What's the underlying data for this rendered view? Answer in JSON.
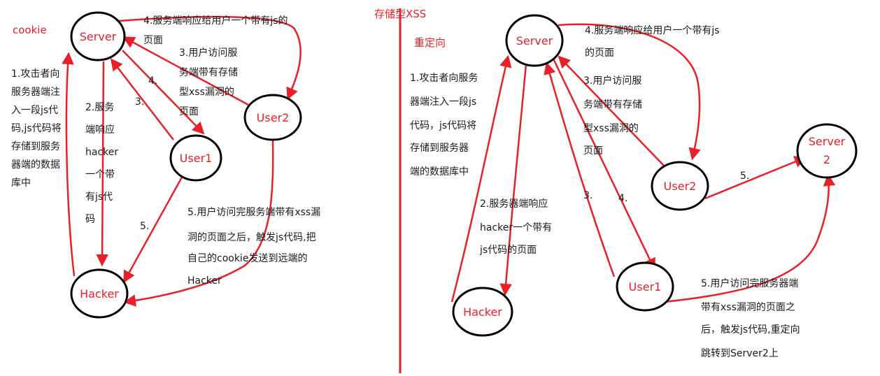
{
  "header": {
    "title": "存储型XSS"
  },
  "left": {
    "tag": "cookie",
    "nodes": {
      "server": "Server",
      "user1": "User1",
      "user2": "User2",
      "hacker": "Hacker"
    },
    "step1": [
      "1.攻击者向",
      "服务器端注",
      "入一段js代",
      "码,js代码将",
      "存储到服务",
      "器端的数据",
      "库中"
    ],
    "step2": [
      "2.服务",
      "端响应",
      "hacker",
      "一个带",
      "有js代",
      "码"
    ],
    "step3_label": "3.",
    "step3": [
      "3.用户访问服",
      "务端带有存储",
      "型xss漏洞的",
      "页面"
    ],
    "step4_label": "4.",
    "step4": [
      "4.服务端响应给用户一个带有js的",
      "页面"
    ],
    "step5_label": "5.",
    "step5": [
      "5.用户访问完服务端带有xss漏",
      "洞的页面之后，触发js代码,把",
      "自己的cookie发送到远端的",
      "Hacker"
    ]
  },
  "right": {
    "tag": "重定向",
    "nodes": {
      "server": "Server",
      "server2_line1": "Server",
      "server2_line2": "2",
      "user1": "User1",
      "user2": "User2",
      "hacker": "Hacker"
    },
    "step1": [
      "1.攻击者向服务",
      "器端注入一段js",
      "代码，js代码将",
      "存储到服务器",
      "端的数据库中"
    ],
    "step2": [
      "2.服务器端响应",
      "hacker一个带有",
      "js代码的页面"
    ],
    "step3_label": "3.",
    "step3": [
      "3.用户访问服",
      "务端带有存储",
      "型xss漏洞的",
      "页面"
    ],
    "step4_label": "4.",
    "step4": [
      "4.服务端响应给用户一个带有js",
      "的页面"
    ],
    "step5_label": "5.",
    "step5": [
      "5.用户访问完服务器端",
      "带有xss漏洞的页面之",
      "后，触发js代码,重定向",
      "跳转到Server2上"
    ]
  }
}
